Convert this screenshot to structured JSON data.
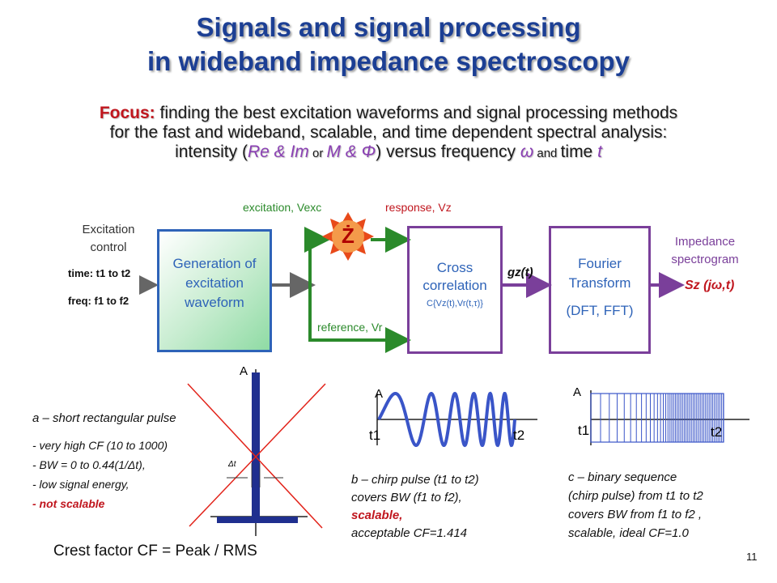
{
  "title": {
    "line1": "Signals and signal processing",
    "line2": "in wideband impedance spectroscopy"
  },
  "focus": {
    "label": "Focus:",
    "line1_rest": " finding the best excitation waveforms and signal processing methods",
    "line2": "for the fast and wideband, scalable, and time dependent spectral analysis:",
    "line3_a": "intensity (",
    "line3_re_im": "Re & Im",
    "line3_or": " or ",
    "line3_m_phi": "M & Φ",
    "line3_b": ") versus frequency ",
    "line3_omega": "ω",
    "line3_and": " and ",
    "line3_c": "time ",
    "line3_t": "t"
  },
  "diagram": {
    "excitation_control": [
      "Excitation",
      "control"
    ],
    "time_range": "time: t1 to t2",
    "freq_range": "freq: f1 to f2",
    "generation_block": [
      "Generation of",
      "excitation",
      "waveform"
    ],
    "excitation_label": "excitation, Vexc",
    "response_label": "response, Vz",
    "reference_label": "reference, Vr",
    "impedance_symbol": "Ż",
    "cross_block": [
      "Cross",
      "correlation",
      "C{Vz(t),Vr(t,τ)}"
    ],
    "gz_label": "gz(t)",
    "fourier_block": [
      "Fourier",
      "Transform",
      "(DFT, FFT)"
    ],
    "impedance_spectrogram": [
      "Impedance",
      "spectrogram"
    ],
    "sz_label": "Sz (jω,t)",
    "colors": {
      "blue_box": "#2e63b8",
      "green_line": "#2b8a2b",
      "purple": "#7a3f9a",
      "red_star": "#e2231a"
    }
  },
  "panel_a": {
    "axis_A": "A",
    "delta_t": "Δt",
    "title": "a – short rectangular pulse",
    "bullets": [
      "- very high CF (10 to 1000)",
      "- BW = 0 to 0.44(1/Δt),",
      "- low signal energy,",
      "- not scalable"
    ]
  },
  "panel_b": {
    "axis_A": "A",
    "t1": "t1",
    "t2": "t2",
    "lines": [
      "b – chirp pulse (t1 to t2)",
      "covers BW (f1 to f2),",
      "scalable,",
      "acceptable CF=1.414"
    ]
  },
  "panel_c": {
    "axis_A": "A",
    "t1": "t1",
    "t2": "t2",
    "lines": [
      "c – binary sequence",
      "(chirp pulse) from t1 to t2",
      "covers BW from f1 to f2 ,",
      "scalable, ideal CF=1.0"
    ]
  },
  "crest_factor": "Crest factor  CF = Peak / RMS",
  "slide_number": "11"
}
